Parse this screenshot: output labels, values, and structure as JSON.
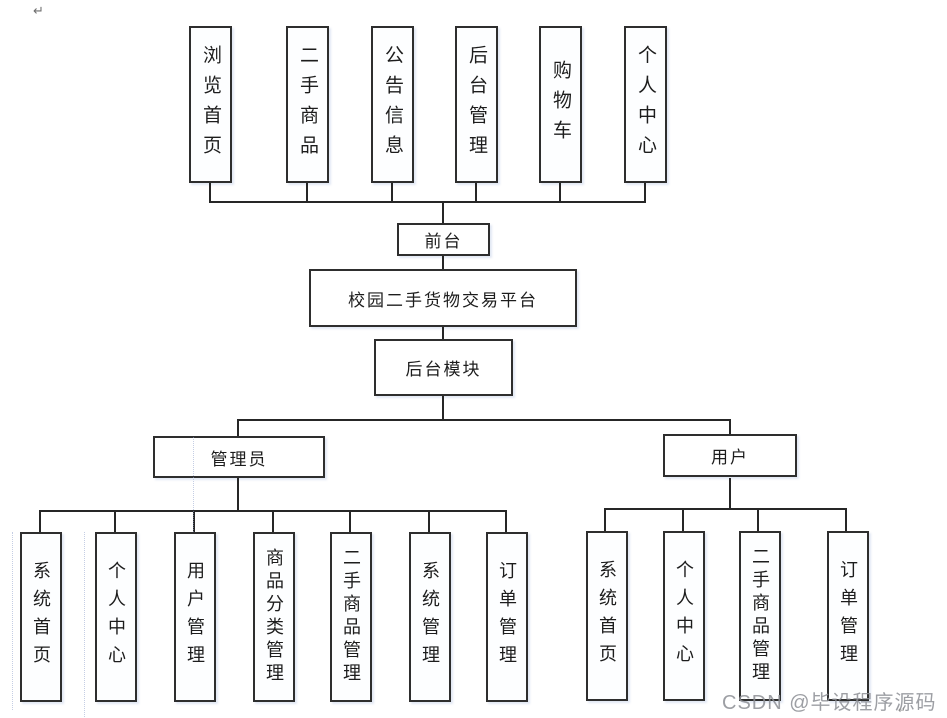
{
  "diagram": {
    "root": {
      "label": "校园二手货物交易平台"
    },
    "front": {
      "label": "前台",
      "modules": [
        "浏览首页",
        "二手商品",
        "公告信息",
        "后台管理",
        "购物车",
        "个人中心"
      ]
    },
    "backend": {
      "label": "后台模块",
      "roles": [
        {
          "label": "管理员",
          "modules": [
            "系统首页",
            "个人中心",
            "用户管理",
            "商品分类管理",
            "二手商品管理",
            "系统管理",
            "订单管理"
          ]
        },
        {
          "label": "用户",
          "modules": [
            "系统首页",
            "个人中心",
            "二手商品管理",
            "订单管理"
          ]
        }
      ]
    }
  },
  "artifacts": {
    "return_mark": "↵",
    "watermark": "CSDN @毕设程序源码"
  },
  "colors": {
    "line": "#262626",
    "box_border": "#2e2e2e",
    "box_fill": "#ffffff",
    "text": "#1d1d1d",
    "watermark_gray": "#8c8e94"
  }
}
